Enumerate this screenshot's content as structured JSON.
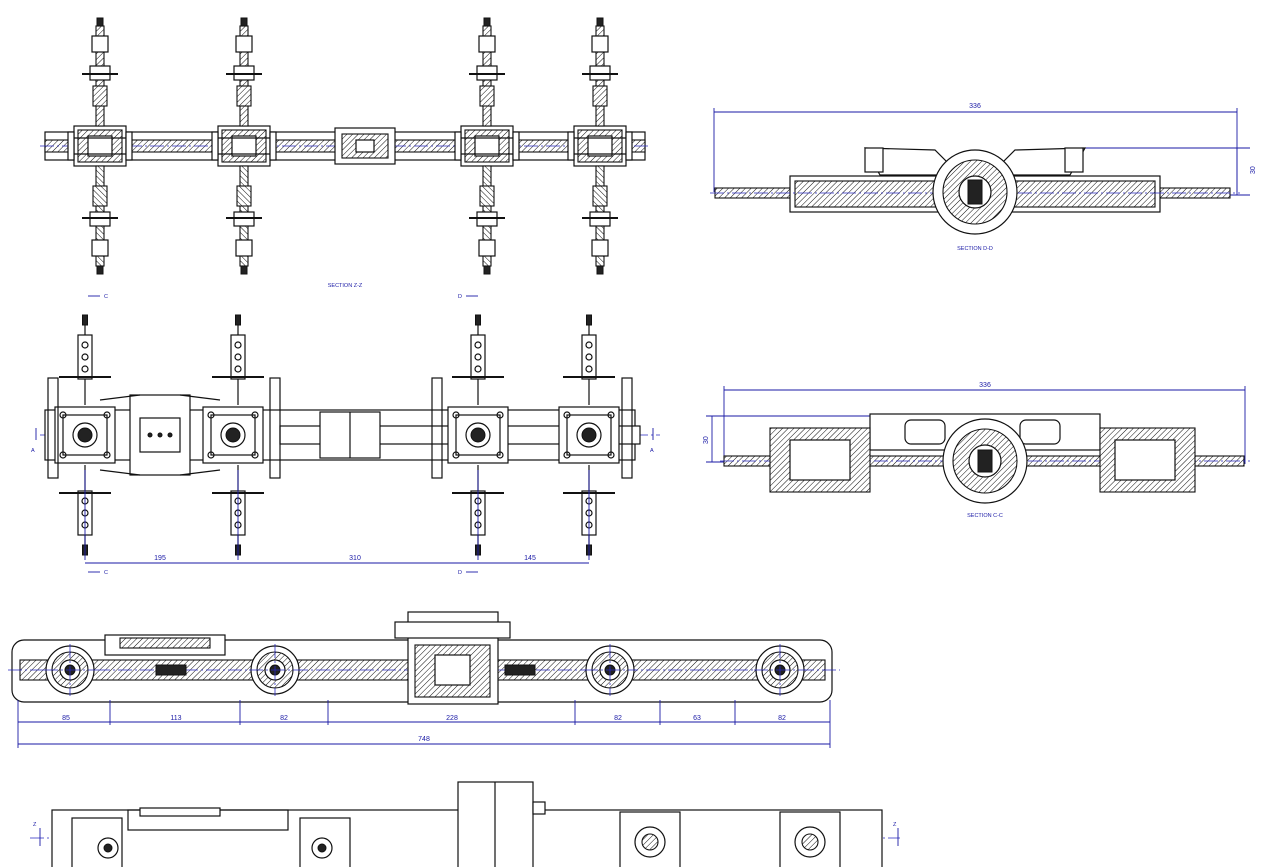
{
  "sections": {
    "zz": "SECTION Z-Z",
    "dd": "SECTION D-D",
    "cc": "SECTION C-C"
  },
  "markers": {
    "c": "C",
    "d": "D",
    "a": "A",
    "z": "Z"
  },
  "dimensions": {
    "dd_width": "336",
    "dd_height": "30",
    "cc_width": "336",
    "cc_height": "30",
    "plan_1": "195",
    "plan_2": "310",
    "plan_3": "145",
    "side_1": "85",
    "side_2": "113",
    "side_3": "82",
    "side_4": "228",
    "side_5": "82",
    "side_6": "63",
    "side_7": "82",
    "side_total": "748"
  },
  "colors": {
    "line": "#111111",
    "dimension": "#1a1aa6"
  }
}
